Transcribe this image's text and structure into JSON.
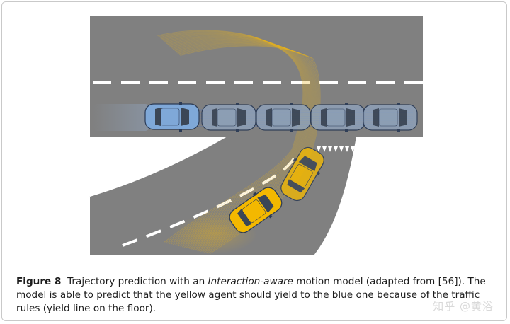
{
  "figure": {
    "label": "Figure 8",
    "caption_before": "Trajectory prediction with an ",
    "caption_emph": "Interaction-aware",
    "caption_after": " motion model (adapted from [56]). The model is able to predict that the yellow agent should yield to the blue one because of the traffic rules (yield line on the floor)."
  },
  "illustration": {
    "road_color": "#808080",
    "lane_marking_color": "#ffffff",
    "blue_car_color": "#7fa8d8",
    "blue_car_ghost_color": "#8ea1b8",
    "yellow_car_color": "#f3b800",
    "yellow_trajectory_color": "#e8b21b",
    "blue_trajectory_color": "#4c6fc2",
    "yield_line_marks": 7
  },
  "watermark": "知乎 @黄浴"
}
